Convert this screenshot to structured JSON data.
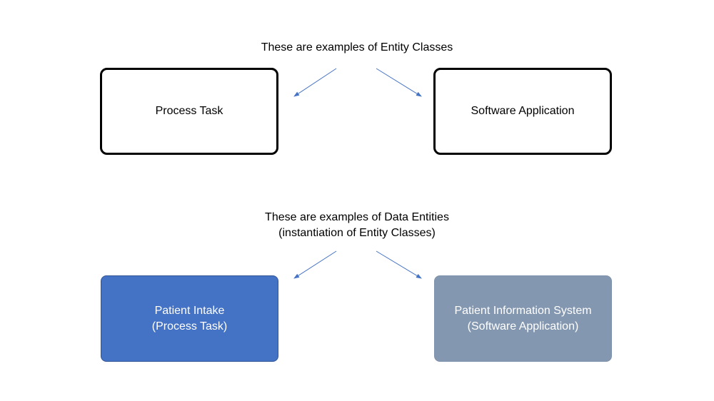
{
  "entity_classes": {
    "caption": "These are examples of Entity Classes",
    "boxes": [
      {
        "label": "Process Task"
      },
      {
        "label": "Software Application"
      }
    ]
  },
  "data_entities": {
    "caption_line1": "These are examples of Data Entities",
    "caption_line2": "(instantiation of Entity Classes)",
    "boxes": [
      {
        "line1": "Patient Intake",
        "line2": "(Process Task)",
        "fill": "#4472c4"
      },
      {
        "line1": "Patient Information System",
        "line2": "(Software Application)",
        "fill": "#8497b0"
      }
    ]
  },
  "colors": {
    "arrow": "#4472c4",
    "outline_border": "#000000"
  }
}
